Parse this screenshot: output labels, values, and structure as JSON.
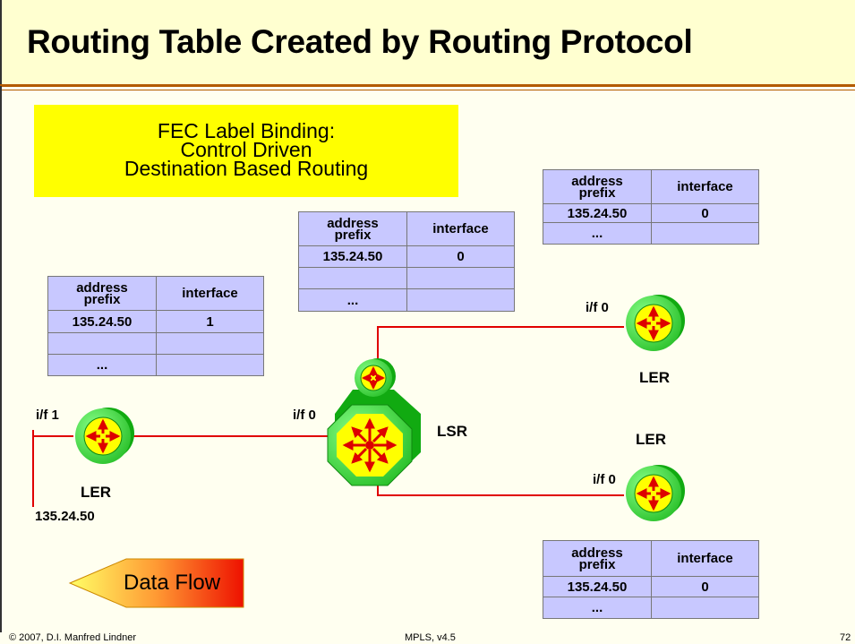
{
  "title": "Routing Table Created by Routing Protocol",
  "fec_box": {
    "lines": [
      "FEC Label Binding:",
      "Control Driven",
      "Destination Based Routing"
    ]
  },
  "tables": {
    "header_address": [
      "address",
      "prefix"
    ],
    "header_interface": "interface",
    "left": {
      "prefix": "135.24.50",
      "interface": "1",
      "more": "..."
    },
    "center": {
      "prefix": "135.24.50",
      "interface": "0",
      "more": "..."
    },
    "top_right": {
      "prefix": "135.24.50",
      "interface": "0",
      "more": "..."
    },
    "bottom_right": {
      "prefix": "135.24.50",
      "interface": "0",
      "more": "..."
    }
  },
  "labels": {
    "if1_left": "i/f 1",
    "if0_lsr": "i/f 0",
    "if0_top": "i/f 0",
    "if0_bottom": "i/f 0",
    "ler_left": "LER",
    "ler_top": "LER",
    "ler_bottom": "LER",
    "lsr": "LSR",
    "network": "135.24.50"
  },
  "data_flow": "Data Flow",
  "colors": {
    "title_bg": "#ffffd0",
    "fec_bg": "#ffff00",
    "table_bg": "#c8c8ff",
    "link": "#e00000",
    "router_green": "#22dd22",
    "router_yellow": "#ffff00",
    "arrow_red": "#dd0000"
  },
  "footer": {
    "left": "© 2007, D.I. Manfred Lindner",
    "center": "MPLS, v4.5",
    "right": "72"
  }
}
